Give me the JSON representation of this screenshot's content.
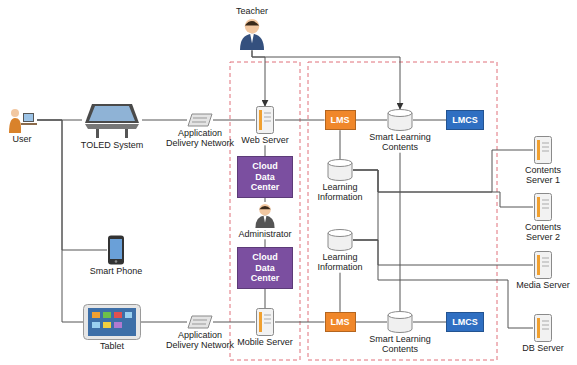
{
  "diagram": {
    "nodes": [
      {
        "text": [
          "Teacher"
        ]
      },
      {
        "text": [
          "User"
        ]
      },
      {
        "text": [
          "TOLED System"
        ]
      },
      {
        "text": [
          "Application Delivery Network"
        ]
      },
      {
        "text": [
          "Web Server"
        ]
      },
      {
        "text": [
          "Cloud Data Center"
        ]
      },
      {
        "text": [
          "Administrator"
        ]
      },
      {
        "text": [
          "Cloud Data Center"
        ]
      },
      {
        "text": [
          "Smart Phone"
        ]
      },
      {
        "text": [
          "Tablet"
        ]
      },
      {
        "text": [
          "Application Delivery Network"
        ]
      },
      {
        "text": [
          "Mobile Server"
        ]
      },
      {
        "text": [
          "LMS"
        ]
      },
      {
        "text": [
          "Smart Learning Contents"
        ]
      },
      {
        "text": [
          "LMCS"
        ]
      },
      {
        "text": [
          "Learning Information"
        ]
      },
      {
        "text": [
          "Learning Information"
        ]
      },
      {
        "text": [
          "LMS"
        ]
      },
      {
        "text": [
          "Smart Learning Contents"
        ]
      },
      {
        "text": [
          "LMCS"
        ]
      },
      {
        "text": [
          "Contents Server 1"
        ]
      },
      {
        "text": [
          "Contents Server 2"
        ]
      },
      {
        "text": [
          "Media Server"
        ]
      },
      {
        "text": [
          "DB Server"
        ]
      }
    ],
    "edges": [
      {
        "from": 1,
        "to": 2,
        "arrow": "none"
      },
      {
        "from": 1,
        "to": 8,
        "arrow": "none"
      },
      {
        "from": 1,
        "to": 9,
        "arrow": "none"
      },
      {
        "from": 2,
        "to": 3,
        "arrow": "none"
      },
      {
        "from": 3,
        "to": 4,
        "arrow": "none"
      },
      {
        "from": 4,
        "to": 5,
        "arrow": "none"
      },
      {
        "from": 5,
        "to": 6,
        "arrow": "none"
      },
      {
        "from": 6,
        "to": 7,
        "arrow": "none"
      },
      {
        "from": 7,
        "to": 11,
        "arrow": "none"
      },
      {
        "from": 9,
        "to": 10,
        "arrow": "none"
      },
      {
        "from": 10,
        "to": 11,
        "arrow": "none"
      },
      {
        "from": 0,
        "to": 4,
        "arrow": "to"
      },
      {
        "from": 0,
        "to": 13,
        "arrow": "to"
      },
      {
        "from": 4,
        "to": 12,
        "arrow": "none"
      },
      {
        "from": 12,
        "to": 13,
        "arrow": "none"
      },
      {
        "from": 13,
        "to": 14,
        "arrow": "none"
      },
      {
        "from": 12,
        "to": 15,
        "arrow": "none"
      },
      {
        "from": 15,
        "to": 16,
        "arrow": "none"
      },
      {
        "from": 16,
        "to": 17,
        "arrow": "none"
      },
      {
        "from": 11,
        "to": 17,
        "arrow": "none"
      },
      {
        "from": 17,
        "to": 18,
        "arrow": "none"
      },
      {
        "from": 18,
        "to": 19,
        "arrow": "none"
      },
      {
        "from": 13,
        "to": 18,
        "arrow": "none"
      },
      {
        "from": 15,
        "to": 20,
        "arrow": "none"
      },
      {
        "from": 15,
        "to": 21,
        "arrow": "none"
      },
      {
        "from": 16,
        "to": 22,
        "arrow": "none"
      },
      {
        "from": 16,
        "to": 23,
        "arrow": "none"
      }
    ]
  }
}
